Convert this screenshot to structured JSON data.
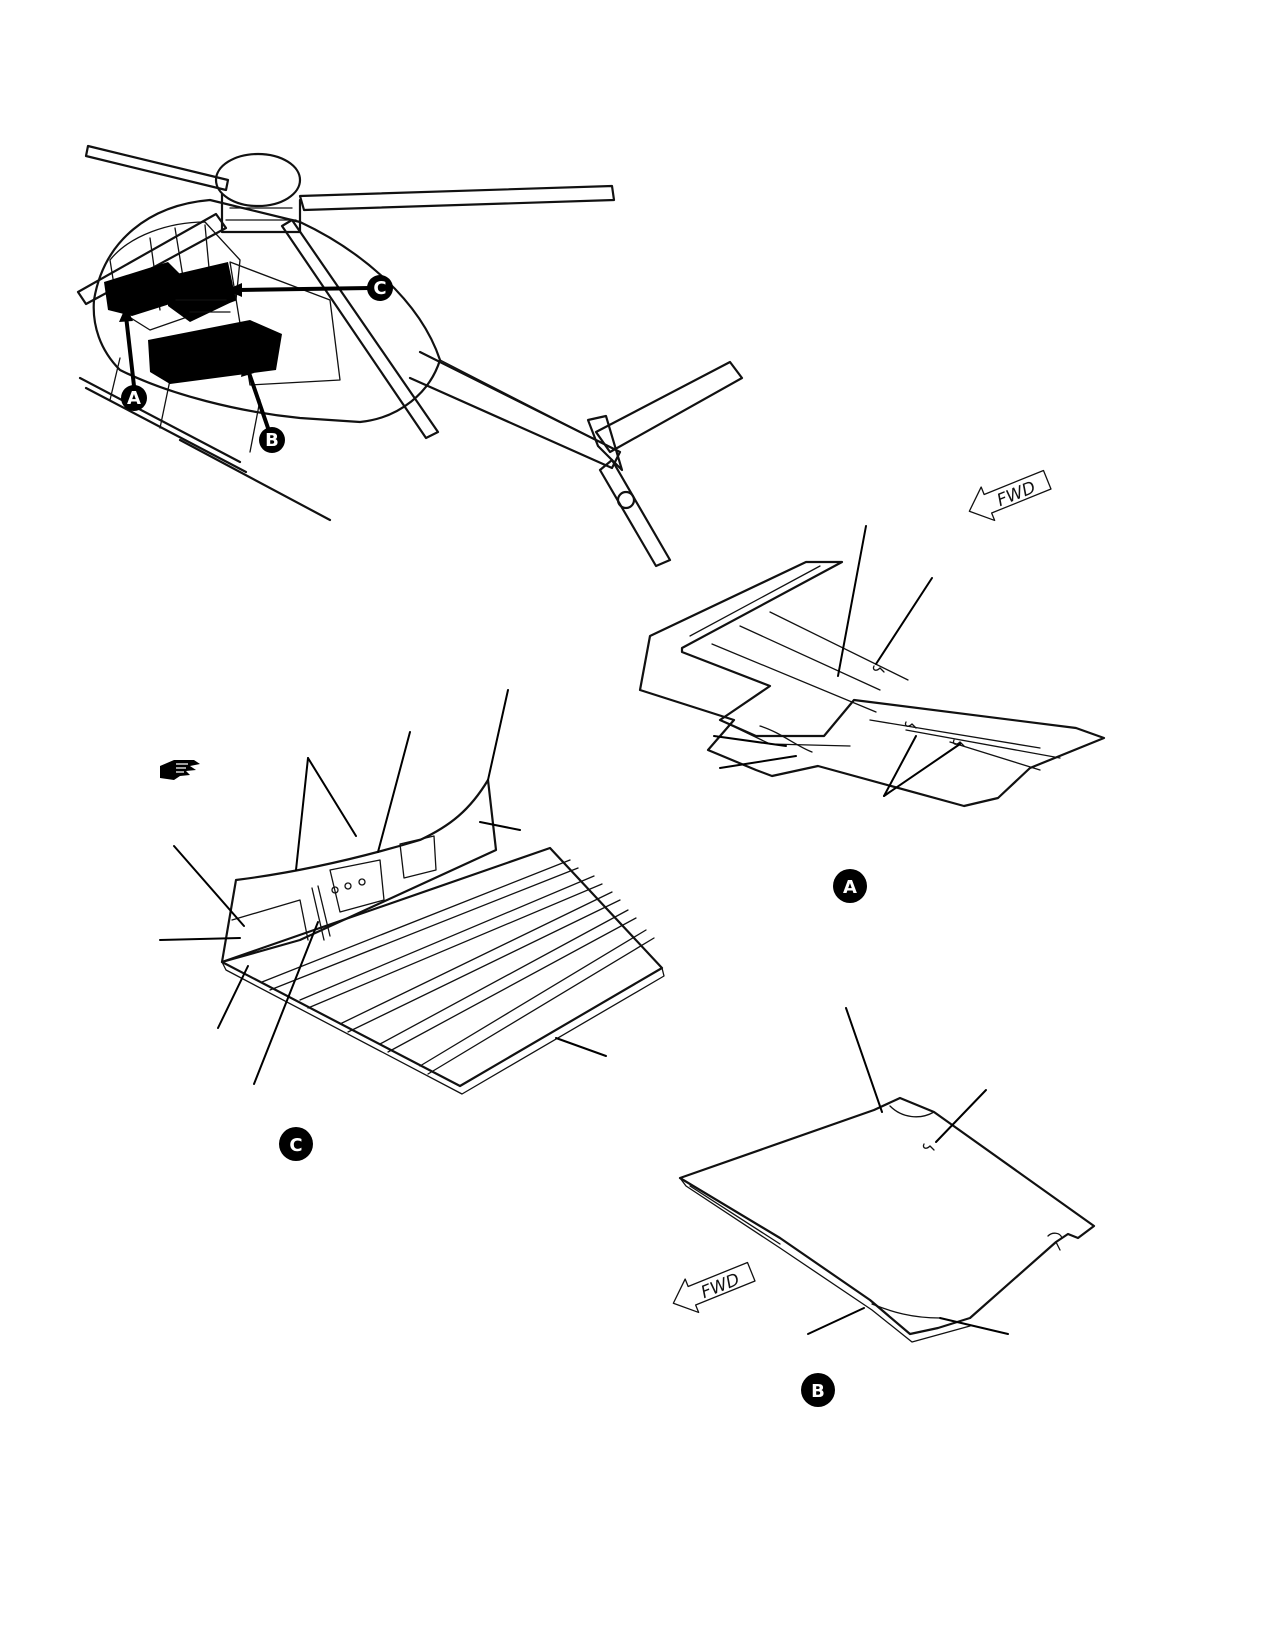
{
  "figure": {
    "callouts": {
      "a": "A",
      "b": "B",
      "c": "C"
    },
    "detail_labels": {
      "a": "A",
      "b": "B",
      "c": "C"
    },
    "fwd_indicators": {
      "detail_a": "FWD",
      "detail_b": "FWD"
    },
    "icons": [
      "pointing-hand-icon",
      "fwd-arrow-icon"
    ]
  }
}
